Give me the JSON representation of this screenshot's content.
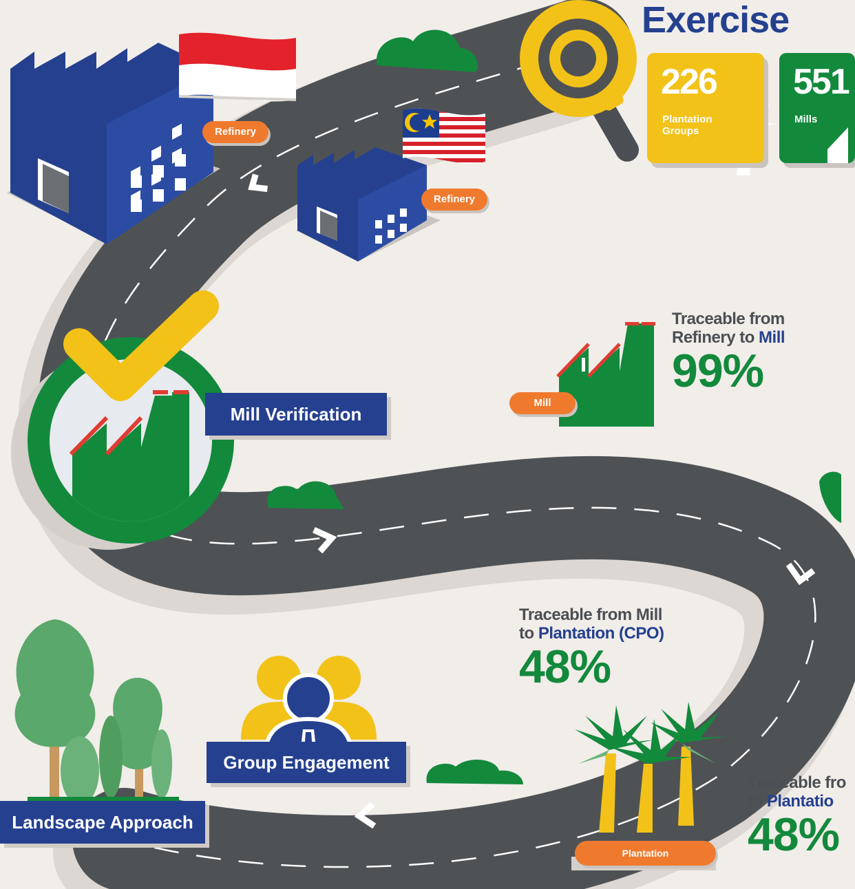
{
  "title": "Exercise",
  "stats": [
    {
      "value": "226",
      "label_line1": "Plantation",
      "label_line2": "Groups",
      "color": "#f2c219"
    },
    {
      "value": "551",
      "label_line1": "Mills",
      "color": "#13893c"
    }
  ],
  "pills": {
    "refinery": "Refinery",
    "mill": "Mill",
    "plantation": "Plantation"
  },
  "steps": {
    "mill_verification": "Mill Verification",
    "group_engagement": "Group Engagement",
    "landscape_approach": "Landscape Approach"
  },
  "traceability": [
    {
      "line1": "Traceable from",
      "line2_pre": "Refinery to ",
      "line2_hl": "Mill",
      "percent": "99%"
    },
    {
      "line1": "Traceable from Mill",
      "line2_pre": "to ",
      "line2_hl": "Plantation (CPO)",
      "percent": "48%"
    },
    {
      "line1": "Traceable fro",
      "line2_pre": "to ",
      "line2_hl": "Plantatio",
      "percent": "48%"
    }
  ],
  "colors": {
    "road": "#4f5255",
    "factory_blue": "#25408f",
    "green": "#13893c",
    "yellow": "#f2c219",
    "orange": "#ef7a2e"
  },
  "icons": [
    "magnifier-icon",
    "checkmark-icon",
    "people-icon",
    "palm-tree-icon",
    "factory-icon",
    "flag-indonesia-icon",
    "flag-malaysia-icon",
    "tree-icon"
  ]
}
